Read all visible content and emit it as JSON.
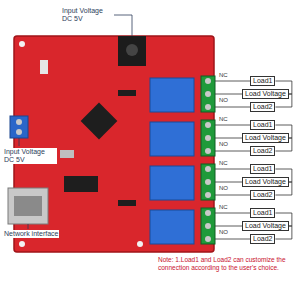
{
  "diagram": {
    "nodes": [
      {
        "text": [
          "Load1"
        ]
      },
      {
        "text": [
          "Load Voltage"
        ]
      },
      {
        "text": [
          "Load2"
        ]
      },
      {
        "text": [
          "Load1"
        ]
      },
      {
        "text": [
          "Load Voltage"
        ]
      },
      {
        "text": [
          "Load2"
        ]
      },
      {
        "text": [
          "Load1"
        ]
      },
      {
        "text": [
          "Load Voltage"
        ]
      },
      {
        "text": [
          "Load2"
        ]
      },
      {
        "text": [
          "Load1"
        ]
      },
      {
        "text": [
          "Load Voltage"
        ]
      },
      {
        "text": [
          "Load2"
        ]
      }
    ],
    "edges": [
      {
        "from": 0,
        "to": 1,
        "arrow": "none"
      },
      {
        "from": 1,
        "to": 2,
        "arrow": "none"
      },
      {
        "from": 3,
        "to": 4,
        "arrow": "none"
      },
      {
        "from": 4,
        "to": 5,
        "arrow": "none"
      },
      {
        "from": 6,
        "to": 7,
        "arrow": "none"
      },
      {
        "from": 7,
        "to": 8,
        "arrow": "none"
      },
      {
        "from": 9,
        "to": 10,
        "arrow": "none"
      },
      {
        "from": 10,
        "to": 11,
        "arrow": "none"
      }
    ],
    "labels": [
      "Input Voltage DC 5V",
      "Input Voltage DC 5V",
      "Network interface",
      "NC",
      "NO",
      "NC",
      "NO",
      "NC",
      "NO",
      "NC",
      "NO",
      "Note: 1.Load1 and Load2 can customize the connection according to the user's choice."
    ]
  }
}
